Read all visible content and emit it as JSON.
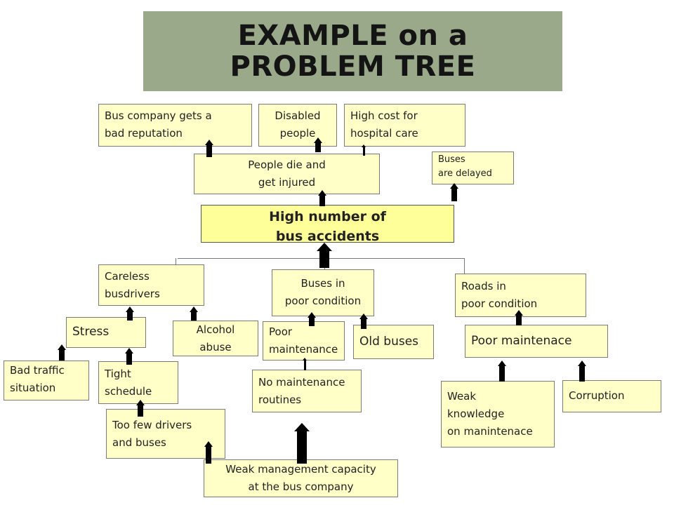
{
  "title": {
    "line1": "EXAMPLE on a",
    "line2": "PROBLEM TREE"
  },
  "effects": {
    "bad_reputation": "Bus company gets a\nbad reputation",
    "disabled_people": "Disabled\npeople",
    "hospital_cost": "High cost for\nhospital care",
    "die_injured": "People die and\nget  injured",
    "delayed": "Buses\nare delayed"
  },
  "core_problem": "High number of\nbus accidents",
  "causes": {
    "careless": "Careless\nbusdrivers",
    "buses_poor": "Buses in\npoor condition",
    "roads_poor": "Roads in\npoor condition",
    "stress": "Stress",
    "alcohol": "Alcohol\nabuse",
    "poor_maintenance": "Poor\nmaintenance",
    "old_buses": "Old buses",
    "poor_maintenace_roads": "Poor maintenace",
    "bad_traffic": "Bad traffic\nsituation",
    "tight_schedule": "Tight\nschedule",
    "no_routines": "No maintenance\nroutines",
    "weak_knowledge": "Weak\nknowledge\non manintenace",
    "corruption": "Corruption",
    "too_few": "Too few drivers\nand buses",
    "weak_management": "Weak management capacity\nat  the bus company"
  },
  "colors": {
    "banner": "#9aa98a",
    "box_fill": "#ffffc7",
    "core_fill": "#ffff99",
    "arrow": "#000000"
  }
}
